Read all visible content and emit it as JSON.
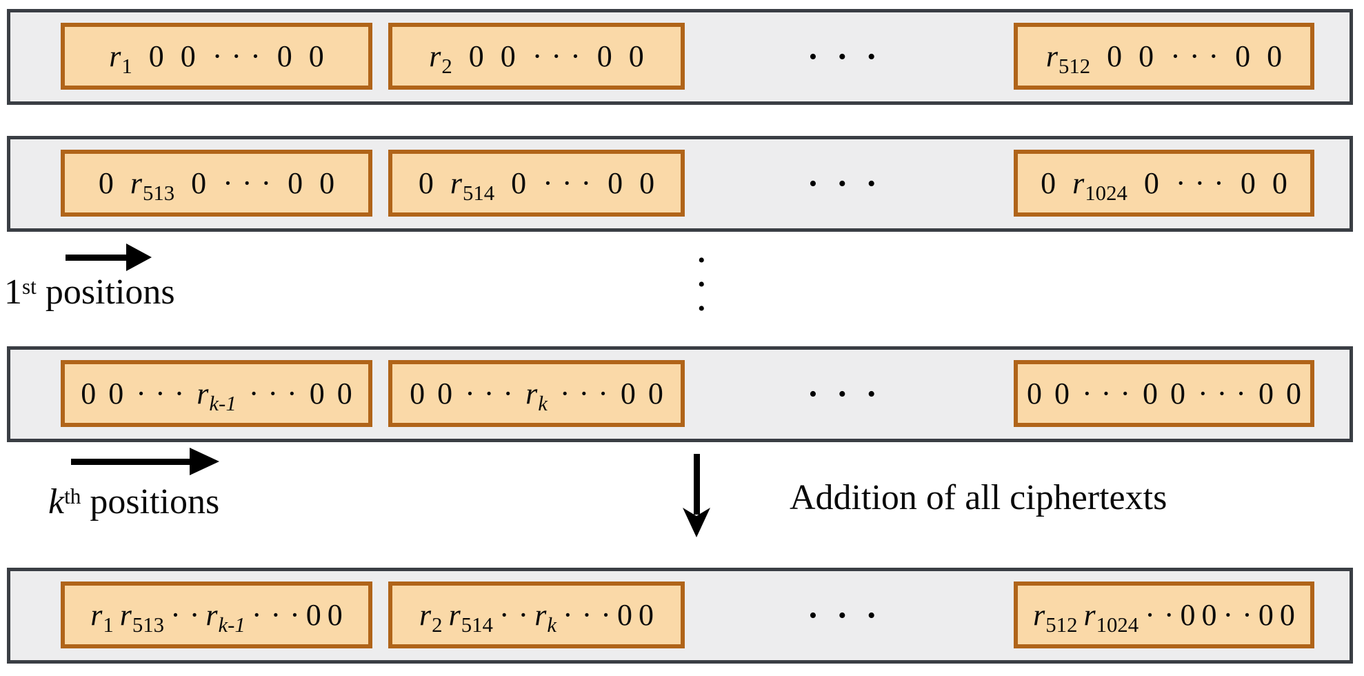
{
  "figure": {
    "title": "Ciphertext packing and addition diagram",
    "colors": {
      "bar_fill": "#ededee",
      "bar_border": "#3a3e44",
      "box_fill": "#fad9a8",
      "box_border": "#b06419",
      "text": "#0a0a0a",
      "arrow": "#000000"
    },
    "rows": [
      {
        "name": "ciphertext-row-1",
        "separator": "• • •",
        "boxes": [
          {
            "tokens": [
              {
                "v": "r",
                "s": "1"
              },
              {
                "t": "0"
              },
              {
                "t": "0"
              },
              {
                "d": "···"
              },
              {
                "t": "0"
              },
              {
                "t": "0"
              }
            ]
          },
          {
            "tokens": [
              {
                "v": "r",
                "s": "2"
              },
              {
                "t": "0"
              },
              {
                "t": "0"
              },
              {
                "d": "···"
              },
              {
                "t": "0"
              },
              {
                "t": "0"
              }
            ]
          },
          {
            "tokens": [
              {
                "v": "r",
                "s": "512"
              },
              {
                "t": "0"
              },
              {
                "t": "0"
              },
              {
                "d": "···"
              },
              {
                "t": "0"
              },
              {
                "t": "0"
              }
            ]
          }
        ]
      },
      {
        "name": "ciphertext-row-2",
        "separator": "• • •",
        "boxes": [
          {
            "tokens": [
              {
                "t": "0"
              },
              {
                "v": "r",
                "s": "513"
              },
              {
                "t": "0"
              },
              {
                "d": "···"
              },
              {
                "t": "0"
              },
              {
                "t": "0"
              }
            ]
          },
          {
            "tokens": [
              {
                "t": "0"
              },
              {
                "v": "r",
                "s": "514"
              },
              {
                "t": "0"
              },
              {
                "d": "···"
              },
              {
                "t": "0"
              },
              {
                "t": "0"
              }
            ]
          },
          {
            "tokens": [
              {
                "t": "0"
              },
              {
                "v": "r",
                "s": "1024"
              },
              {
                "t": "0"
              },
              {
                "d": "···"
              },
              {
                "t": "0"
              },
              {
                "t": "0"
              }
            ]
          }
        ]
      },
      {
        "name": "ciphertext-row-k",
        "separator": "• • •",
        "boxes": [
          {
            "tokens": [
              {
                "t": "0"
              },
              {
                "t": "0"
              },
              {
                "d": "···"
              },
              {
                "v": "r",
                "s": "k-1",
                "si": true
              },
              {
                "d": "···"
              },
              {
                "t": "0"
              },
              {
                "t": "0"
              }
            ]
          },
          {
            "tokens": [
              {
                "t": "0"
              },
              {
                "t": "0"
              },
              {
                "d": "···"
              },
              {
                "v": "r",
                "s": "k",
                "si": true
              },
              {
                "d": "···"
              },
              {
                "t": "0"
              },
              {
                "t": "0"
              }
            ]
          },
          {
            "tokens": [
              {
                "t": "0"
              },
              {
                "t": "0"
              },
              {
                "d": "···"
              },
              {
                "t": "0"
              },
              {
                "t": "0"
              },
              {
                "d": "···"
              },
              {
                "t": "0"
              },
              {
                "t": "0"
              }
            ]
          }
        ]
      },
      {
        "name": "ciphertext-row-sum",
        "separator": "• • •",
        "boxes": [
          {
            "tokens": [
              {
                "v": "r",
                "s": "1"
              },
              {
                "v": "r",
                "s": "513"
              },
              {
                "d": "··"
              },
              {
                "v": "r",
                "s": "k-1",
                "si": true
              },
              {
                "d": "···"
              },
              {
                "t": "0"
              },
              {
                "t": "0"
              }
            ]
          },
          {
            "tokens": [
              {
                "v": "r",
                "s": "2"
              },
              {
                "v": "r",
                "s": "514"
              },
              {
                "d": "··"
              },
              {
                "v": "r",
                "s": "k",
                "si": true
              },
              {
                "d": "···"
              },
              {
                "t": "0"
              },
              {
                "t": "0"
              }
            ]
          },
          {
            "tokens": [
              {
                "v": "r",
                "s": "512"
              },
              {
                "v": "r",
                "s": "1024"
              },
              {
                "d": "··"
              },
              {
                "t": "0"
              },
              {
                "t": "0"
              },
              {
                "d": "··"
              },
              {
                "t": "0"
              },
              {
                "t": "0"
              }
            ]
          }
        ]
      }
    ],
    "labels": {
      "first_positions": {
        "base": "1",
        "sup": "st",
        "rest": " positions"
      },
      "kth_positions": {
        "base": "k",
        "sup": "th",
        "rest": " positions"
      },
      "addition": "Addition of all ciphertexts",
      "vertical_ellipsis": "•\n•\n•"
    }
  }
}
